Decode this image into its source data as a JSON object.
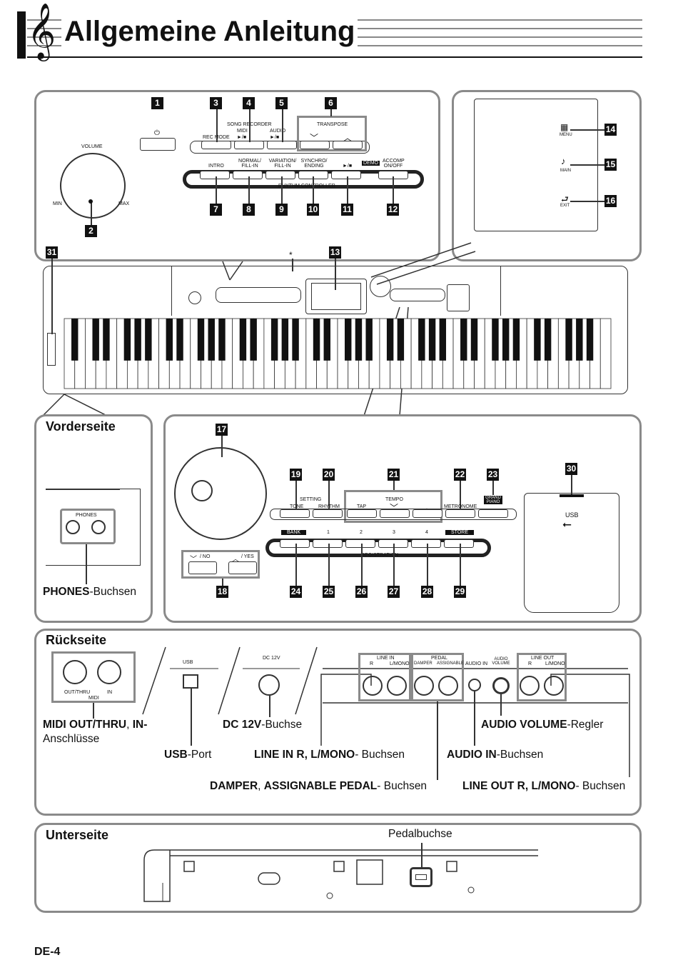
{
  "page": {
    "title": "Allgemeine Anleitung",
    "page_number": "DE-4"
  },
  "top_panel": {
    "volume": "VOLUME",
    "min": "MIN",
    "max": "MAX",
    "power_symbol": "⏻",
    "song_recorder": "SONG RECORDER",
    "rec_mode": "REC MODE",
    "midi": "MIDI",
    "audio": "AUDIO",
    "play_stop": "►/■",
    "transpose": "TRANSPOSE",
    "intro": "INTRO",
    "normal_fill_in": "NORMAL/ FILL-IN",
    "variation_fill_in": "VARIATION/ FILL-IN",
    "synchro_ending": "SYNCHRO/ ENDING",
    "play_stop_2": "►/■",
    "demo": "DEMO",
    "accomp_on_off": "ACCOMP ON/OFF",
    "rhythm_controller": "RHYTHM CONTROLLER"
  },
  "display_panel": {
    "menu": "MENU",
    "main": "MAIN",
    "exit": "EXIT"
  },
  "numbers": [
    "1",
    "2",
    "3",
    "4",
    "5",
    "6",
    "7",
    "8",
    "9",
    "10",
    "11",
    "12",
    "13",
    "14",
    "15",
    "16",
    "17",
    "18",
    "19",
    "20",
    "21",
    "22",
    "23",
    "24",
    "25",
    "26",
    "27",
    "28",
    "29",
    "30",
    "31"
  ],
  "keyboard": {
    "asterisk": "*"
  },
  "front": {
    "heading": "Vorderseite",
    "phones_panel": "PHONES",
    "label_bold": "PHONES",
    "label_rest": "-Buchsen"
  },
  "right_panel": {
    "setting": "SETTING",
    "tone": "TONE",
    "rhythm": "RHYTHM",
    "tempo": "TEMPO",
    "tap": "TAP",
    "metronome": "METRONOME",
    "grand_piano": "GRAND PIANO",
    "bank": "BANK",
    "reg1": "1",
    "reg2": "2",
    "reg3": "3",
    "reg4": "4",
    "store": "STORE",
    "registration": "REGISTRATION",
    "no": "/ NO",
    "yes": "/ YES",
    "usb": "USB"
  },
  "back": {
    "heading": "Rückseite",
    "midi_out_thru": "OUT/THRU",
    "midi_in": "IN",
    "midi": "MIDI",
    "usb_small": "USB",
    "dc12v_small": "DC 12V",
    "line_in": "LINE IN",
    "r": "R",
    "l_mono": "L/MONO",
    "pedal": "PEDAL",
    "damper": "DAMPER",
    "assignable": "ASSIGNABLE",
    "audio_in": "AUDIO IN",
    "audio_volume": "AUDIO VOLUME",
    "line_out": "LINE OUT",
    "r2": "R",
    "l_mono2": "L/MONO",
    "label_midi_bold": "MIDI OUT/THRU",
    "label_midi_sep": ", ",
    "label_midi_bold2": "IN",
    "label_midi_rest": "-",
    "label_midi_line2": "Anschlüsse",
    "label_usb_bold": "USB",
    "label_usb_rest": "-Port",
    "label_dc_bold": "DC 12V",
    "label_dc_rest": "-Buchse",
    "label_linein_bold": "LINE IN R, L/MONO",
    "label_linein_rest": "- Buchsen",
    "label_damper_bold1": "DAMPER",
    "label_damper_sep": ", ",
    "label_damper_bold2": "ASSIGNABLE PEDAL",
    "label_damper_rest": "- Buchsen",
    "label_audiovol_bold": "AUDIO VOLUME",
    "label_audiovol_rest": "-Regler",
    "label_audioin_bold": "AUDIO IN",
    "label_audioin_rest": "-Buchsen",
    "label_lineout_bold": "LINE OUT R, L/MONO",
    "label_lineout_rest": "- Buchsen"
  },
  "bottom": {
    "heading": "Unterseite",
    "pedal_jack": "Pedalbuchse"
  }
}
